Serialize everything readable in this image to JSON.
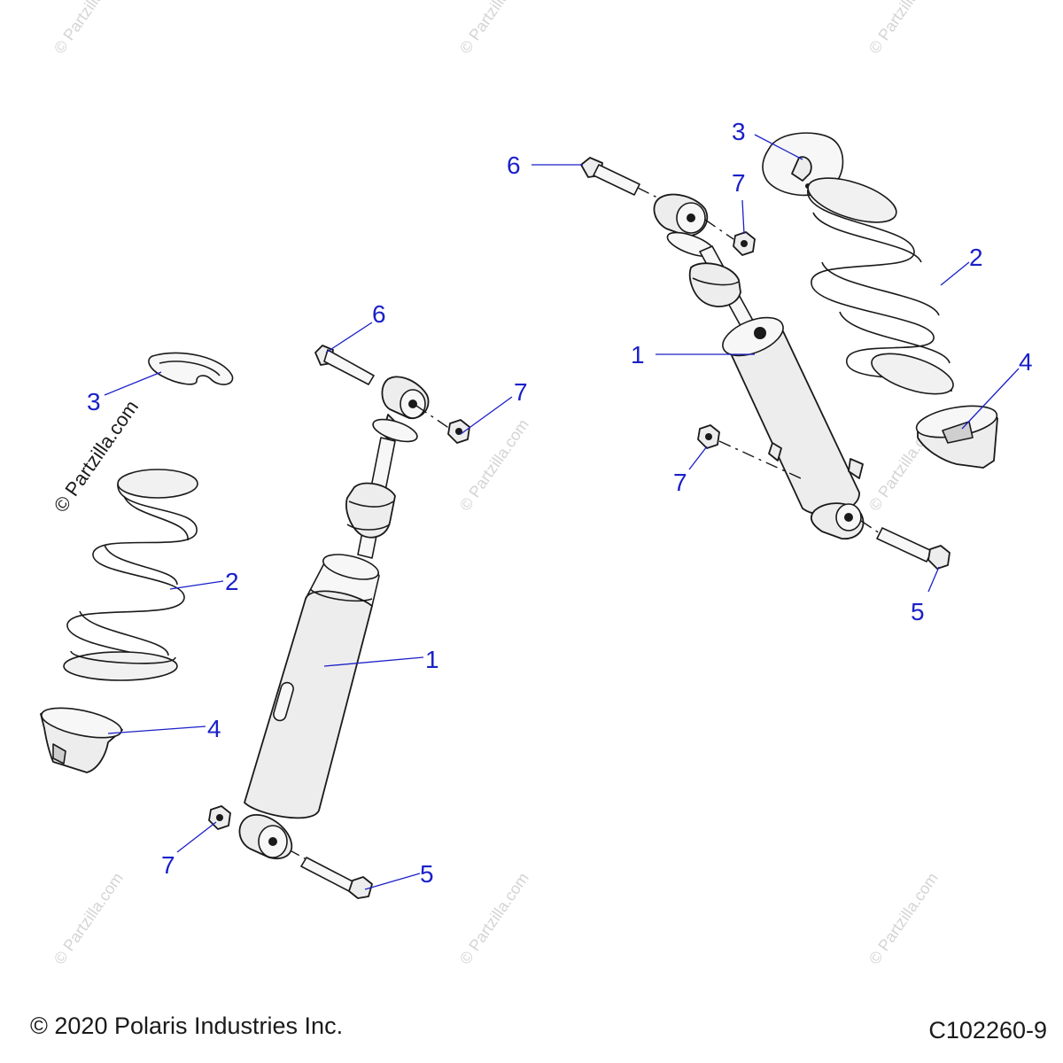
{
  "footer": {
    "copyright": "© 2020 Polaris Industries Inc.",
    "diagram_id": "C102260-9"
  },
  "watermark": {
    "text": "© Partzilla.com"
  },
  "colors": {
    "callout": "#1a20c8",
    "line_art": "#1a1a1a",
    "watermark": "#d4d4d4"
  },
  "callouts": {
    "left": {
      "shock": "1",
      "spring": "2",
      "retainer": "3",
      "spring_seat": "4",
      "lower_bolt": "5",
      "upper_bolt": "6",
      "upper_nut": "7",
      "lower_nut": "7"
    },
    "right": {
      "shock": "1",
      "spring": "2",
      "retainer": "3",
      "spring_seat": "4",
      "lower_bolt": "5",
      "upper_bolt": "6",
      "upper_nut": "7",
      "lower_nut": "7"
    }
  }
}
